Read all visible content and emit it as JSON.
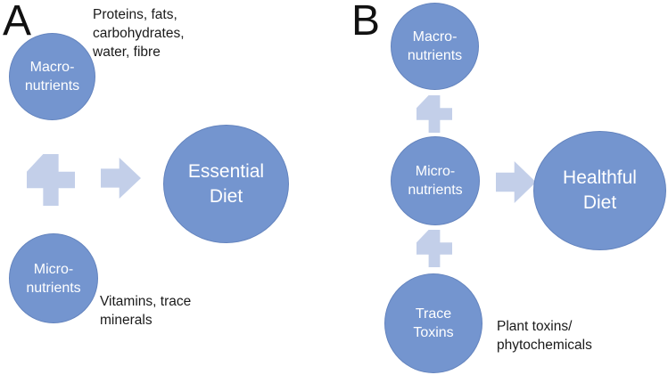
{
  "colors": {
    "circle_fill": "#7495cf",
    "circle_border": "#6484be",
    "connector_fill": "#c3cfe9",
    "circle_text": "#ffffff",
    "annotation_text": "#1a1a1a",
    "background": "#ffffff"
  },
  "panel_a": {
    "label": "A",
    "macro_circle": "Macro-\nnutrients",
    "macro_note": "Proteins, fats,\ncarbohydrates,\nwater, fibre",
    "micro_circle": "Micro-\nnutrients",
    "micro_note": "Vitamins, trace\nminerals",
    "result_circle": "Essential\nDiet"
  },
  "panel_b": {
    "label": "B",
    "macro_circle": "Macro-\nnutrients",
    "micro_circle": "Micro-\nnutrients",
    "toxin_circle": "Trace\nToxins",
    "toxin_note": "Plant toxins/\nphytochemicals",
    "result_circle": "Healthful\nDiet"
  }
}
